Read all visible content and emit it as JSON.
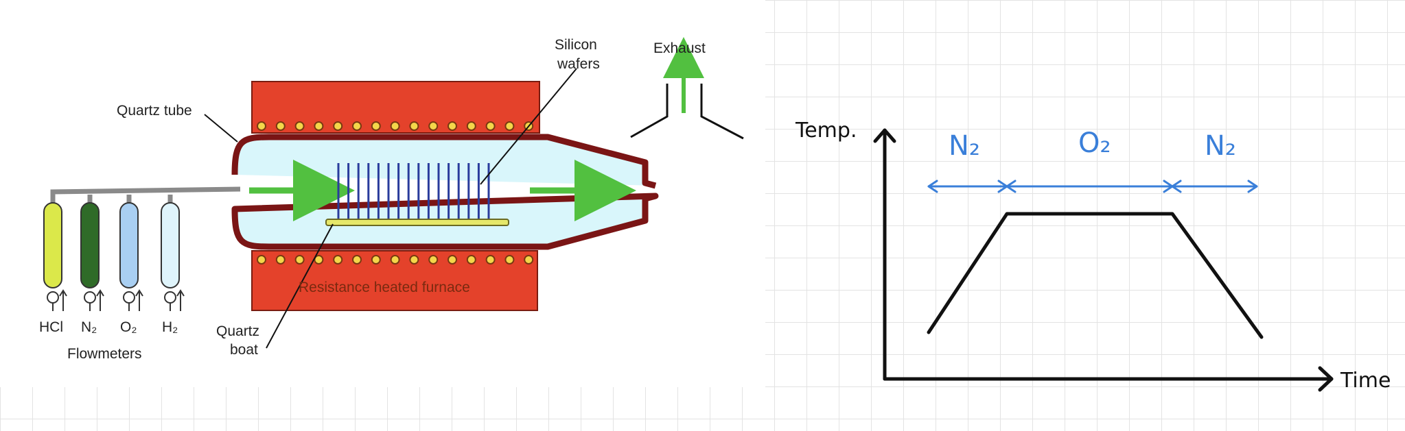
{
  "furnace": {
    "labels": {
      "quartz_tube": "Quartz tube",
      "silicon_wafers_1": "Silicon",
      "silicon_wafers_2": "wafers",
      "exhaust": "Exhaust",
      "resistance_furnace": "Resistance heated furnace",
      "quartz_boat_1": "Quartz",
      "quartz_boat_2": "boat",
      "flowmeters": "Flowmeters"
    },
    "flowmeters": [
      {
        "gas": "HCl",
        "color": "#dbe84a"
      },
      {
        "gas": "N₂",
        "color": "#2f6b28"
      },
      {
        "gas": "O₂",
        "color": "#a9cff2"
      },
      {
        "gas": "H₂",
        "color": "#dff4fb"
      }
    ],
    "colors": {
      "furnace": "#e4422b",
      "tube_wall": "#7a1515",
      "tube_interior": "#d9f6fb",
      "flow_arrow": "#52c040",
      "wafer": "#2a3c9c",
      "boat": "#e6e86a"
    }
  },
  "graph": {
    "y_axis_label": "Temp.",
    "x_axis_label": "Time",
    "phases": [
      {
        "gas": "N₂"
      },
      {
        "gas": "O₂"
      },
      {
        "gas": "N₂"
      }
    ],
    "colors": {
      "axis": "#111111",
      "phase_annotation": "#3a7fd9"
    }
  }
}
